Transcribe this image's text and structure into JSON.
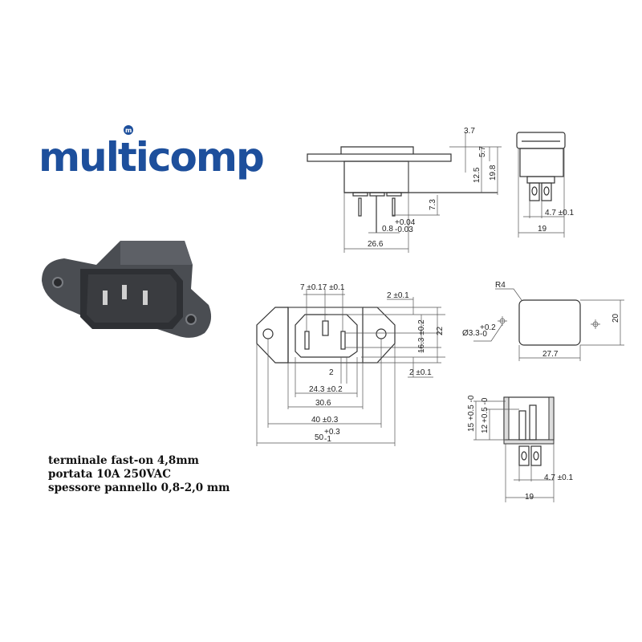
{
  "logo": {
    "text": "multicomp",
    "brand_color": "#1d4f9c"
  },
  "specs": [
    "terminale fast-on 4,8mm",
    "portata 10A 250VAC",
    "spessore pannello 0,8-2,0 mm"
  ],
  "side_view": {
    "d1": "3.7",
    "d2": "5.7",
    "d3": "12.5",
    "d4": "19.8",
    "d5": "7.3",
    "d6": "0.8",
    "d6_tol_plus": "+0.04",
    "d6_tol_minus": "-0.03",
    "d7": "26.6"
  },
  "end_view_top": {
    "pin_spacing": "4.7 ±0.1",
    "width": "19"
  },
  "front_view": {
    "pin_pitch": "7 ±0.17 ±0.1",
    "top_offset": "2 ±0.1",
    "pin_height": "16.3 ±0.2",
    "height": "22",
    "pin_width": "2",
    "bottom_offset": "2 ±0.1",
    "socket_width": "24.3 ±0.2",
    "body_width": "30.6",
    "hole_spacing": "40 ±0.3",
    "overall": "50",
    "overall_tol_plus": "+0.3",
    "overall_tol_minus": "-1"
  },
  "panel_cutout": {
    "radius": "R4",
    "hole": "Ø3.3",
    "hole_tol_plus": "+0.2",
    "hole_tol_minus": "-0",
    "width": "27.7",
    "height": "20"
  },
  "section_view": {
    "depth1": "15",
    "depth1_tol": "+0.5 -0",
    "depth2": "12",
    "depth2_tol": "+0.5 -0",
    "pin_spacing": "4.7 ±0.1",
    "width": "19"
  }
}
